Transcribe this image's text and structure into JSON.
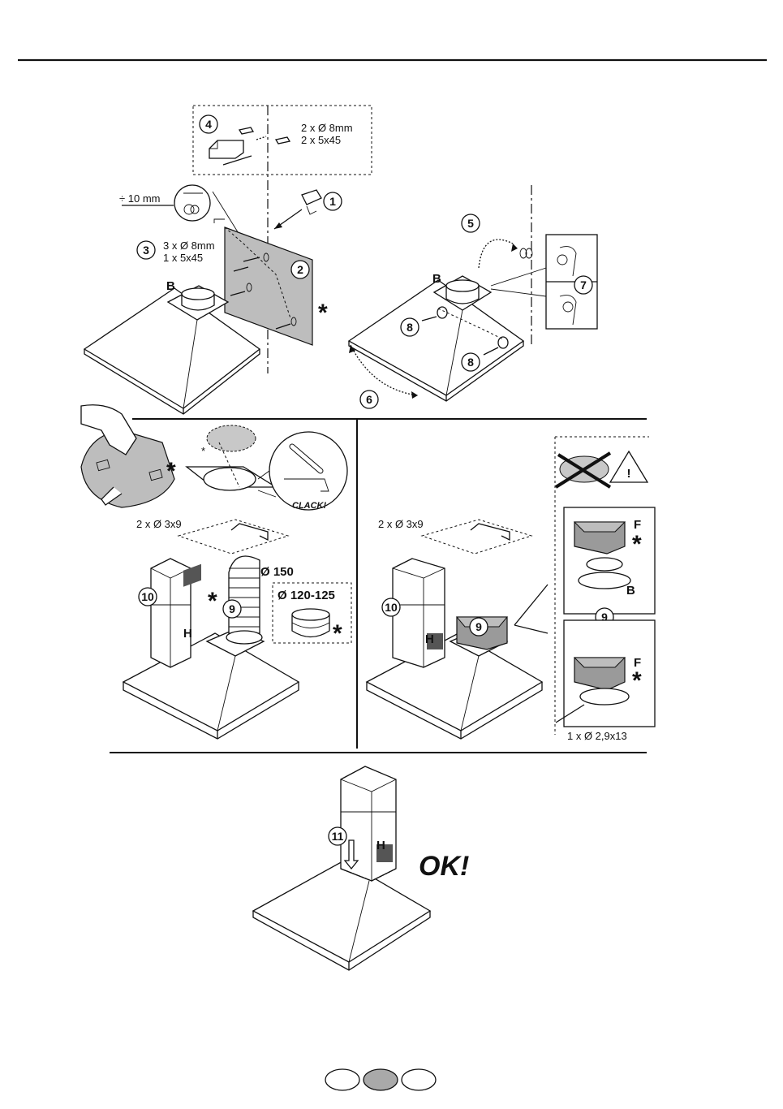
{
  "page": {
    "step_numbers": [
      "1",
      "2",
      "3",
      "4",
      "5",
      "6",
      "7",
      "8",
      "9",
      "10",
      "11"
    ],
    "labels": {
      "bracket_plugs": "2 x Ø 8mm",
      "bracket_screws": "2 x 5x45",
      "distance": "÷ 10 mm",
      "template_plugs": "3 x Ø 8mm",
      "template_screw": "1 x 5x45",
      "part_b": "B",
      "part_f": "F",
      "part_h": "H",
      "screws_3x9": "2 x Ø 3x9",
      "duct_150": "Ø 150",
      "duct_120": "Ø 120-125",
      "screw_2_9": "1 x Ø 2,9x13",
      "clack": "CLACK!",
      "ok": "OK!",
      "optional_mark": "*"
    },
    "footer_circles": [
      "",
      "",
      ""
    ],
    "colors": {
      "line": "#111111",
      "grey_fill": "#bdbdbd",
      "active_circle": "#a9a9a9"
    }
  }
}
